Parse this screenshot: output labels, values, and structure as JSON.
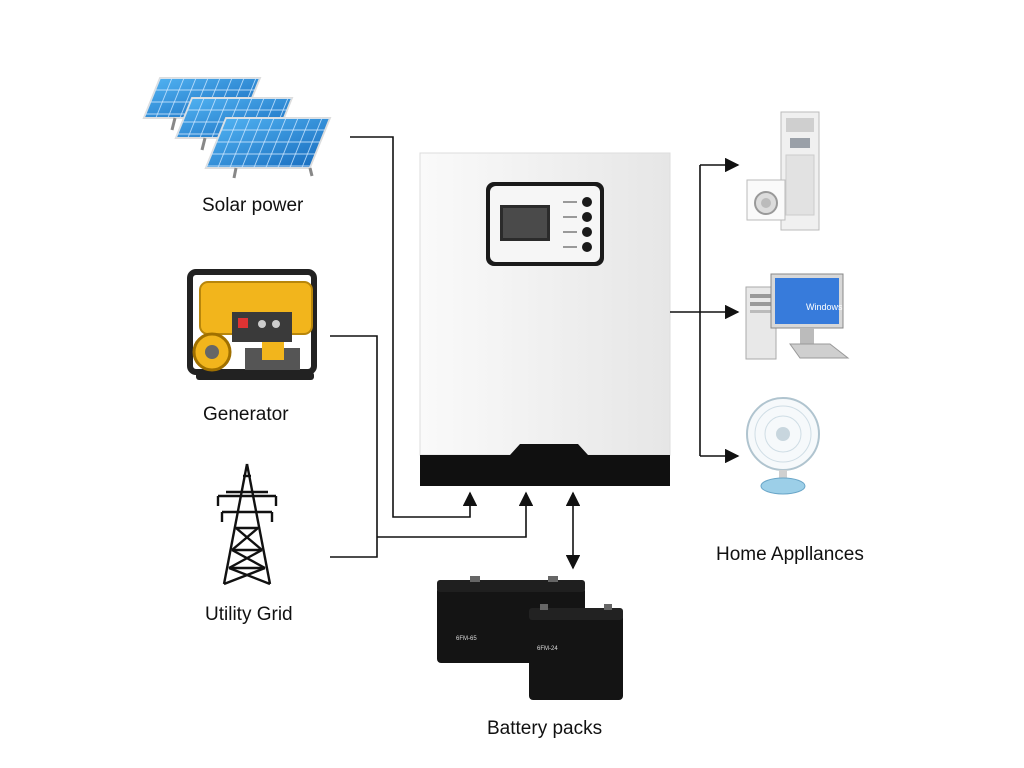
{
  "sources": [
    {
      "label": "Solar power",
      "icon": "solar-panels-icon"
    },
    {
      "label": "Generator",
      "icon": "generator-icon"
    },
    {
      "label": "Utility Grid",
      "icon": "transmission-tower-icon"
    }
  ],
  "inverter": {
    "icon": "inverter-icon"
  },
  "battery": {
    "label": "Battery packs",
    "icon": "battery-icon",
    "left_text": "6FM-65",
    "right_text": "6FM-24"
  },
  "appliances": {
    "label": "Home Appllances",
    "items": [
      {
        "icon": "air-conditioner-icon"
      },
      {
        "icon": "computer-icon",
        "screen_text": "Windows"
      },
      {
        "icon": "electric-fan-icon"
      }
    ]
  },
  "colors": {
    "line": "#111111",
    "panel_blue": "#2f8fd8",
    "generator_yellow": "#f2b51c",
    "inverter_body": "#f4f4f4",
    "inverter_base": "#101010"
  }
}
